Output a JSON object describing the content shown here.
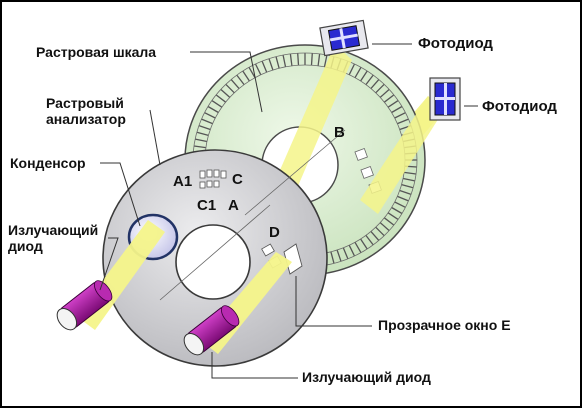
{
  "labels": {
    "raster_scale": "Растровая шкала",
    "raster_analyzer_line1": "Растровый",
    "raster_analyzer_line2": "анализатор",
    "condenser": "Конденсор",
    "emitting_diode_left_line1": "Излучающий",
    "emitting_diode_left_line2": "диод",
    "photodiode_top": "Фотодиод",
    "photodiode_right": "Фотодиод",
    "transparent_window": "Прозрачное окно E",
    "emitting_diode_bottom": "Излучающий диод"
  },
  "disk_letters": {
    "a1": "A1",
    "c_top": "C",
    "c1": "C1",
    "a": "A",
    "b": "B",
    "d": "D"
  },
  "colors": {
    "border": "#000000",
    "scale_disk": "#cfe6c4",
    "analyzer_disk": "#c4c4c8",
    "beam": "#f2f285",
    "emitter": "#a0119a",
    "photodiode_body": "#9aa4ff",
    "leader": "#333333"
  },
  "icons": {
    "emitter": "cylinder-led-icon",
    "photodiode": "photodiode-chip-icon"
  }
}
